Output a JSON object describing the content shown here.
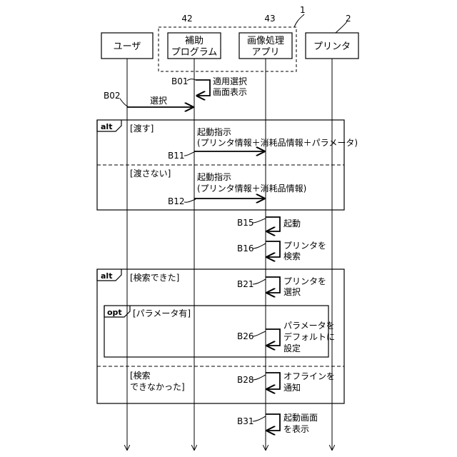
{
  "refs": {
    "system": "1",
    "printer": "2",
    "aux": "42",
    "img": "43"
  },
  "participants": {
    "user": [
      "ユーザ"
    ],
    "aux": [
      "補助",
      "プログラム"
    ],
    "img": [
      "画像処理",
      "アプリ"
    ],
    "printer": [
      "プリンタ"
    ]
  },
  "messages": {
    "b01": {
      "ref": "B01",
      "text": [
        "適用選択",
        "画面表示"
      ]
    },
    "b02": {
      "ref": "B02",
      "text": [
        "選択"
      ]
    },
    "b11": {
      "ref": "B11",
      "text": [
        "起動指示",
        "(プリンタ情報＋消耗品情報＋パラメータ)"
      ]
    },
    "b12": {
      "ref": "B12",
      "text": [
        "起動指示",
        "(プリンタ情報＋消耗品情報)"
      ]
    },
    "b15": {
      "ref": "B15",
      "text": [
        "起動"
      ]
    },
    "b16": {
      "ref": "B16",
      "text": [
        "プリンタを",
        "検索"
      ]
    },
    "b21": {
      "ref": "B21",
      "text": [
        "プリンタを",
        "選択"
      ]
    },
    "b26": {
      "ref": "B26",
      "text": [
        "パラメータを",
        "デフォルトに",
        "設定"
      ]
    },
    "b28": {
      "ref": "B28",
      "text": [
        "オフラインを",
        "通知"
      ]
    },
    "b31": {
      "ref": "B31",
      "text": [
        "起動画面",
        "を表示"
      ]
    }
  },
  "fragments": {
    "alt1": {
      "tag": "alt",
      "guard1": "[渡す]",
      "guard2": "[渡さない]"
    },
    "alt2": {
      "tag": "alt",
      "guard1": "[検索できた]",
      "guard2": [
        "[検索",
        "できなかった]"
      ]
    },
    "opt": {
      "tag": "opt",
      "guard": "[パラメータ有]"
    }
  }
}
